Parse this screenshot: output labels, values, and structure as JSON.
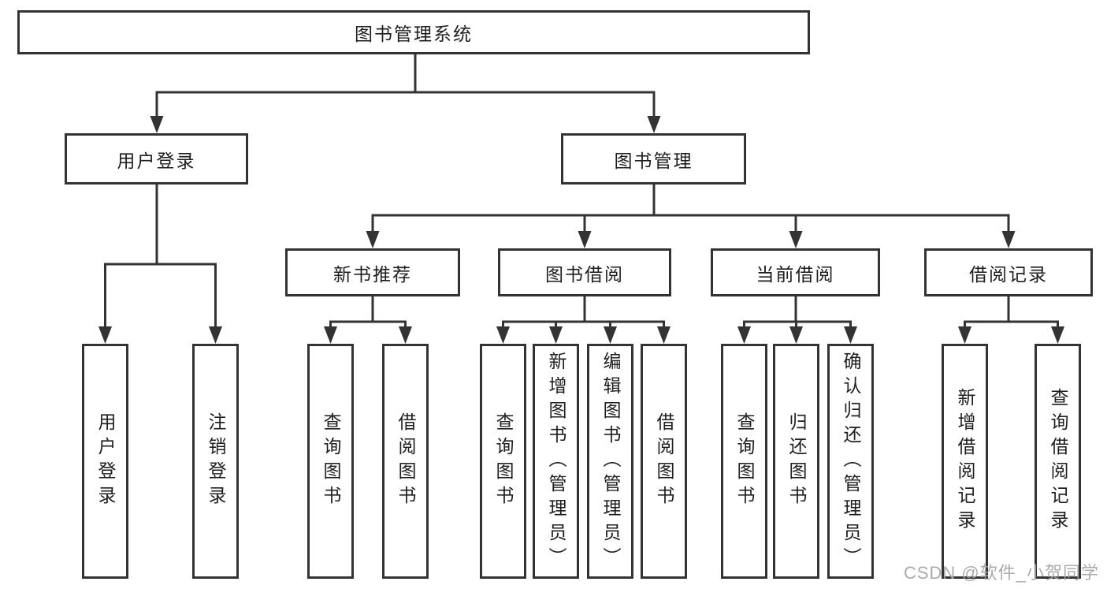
{
  "watermark": "CSDN @软件_小贺同学",
  "tree": {
    "root": {
      "label": "图书管理系统"
    },
    "user_login": {
      "label": "用户登录",
      "children": [
        {
          "label": "用户登录"
        },
        {
          "label": "注销登录"
        }
      ]
    },
    "book_mgmt": {
      "label": "图书管理",
      "children": [
        {
          "label": "新书推荐",
          "children": [
            {
              "label": "查询图书"
            },
            {
              "label": "借阅图书"
            }
          ]
        },
        {
          "label": "图书借阅",
          "children": [
            {
              "label": "查询图书"
            },
            {
              "label": "新增图书（管理员）"
            },
            {
              "label": "编辑图书（管理员）"
            },
            {
              "label": "借阅图书"
            }
          ]
        },
        {
          "label": "当前借阅",
          "children": [
            {
              "label": "查询图书"
            },
            {
              "label": "归还图书"
            },
            {
              "label": "确认归还（管理员）"
            }
          ]
        },
        {
          "label": "借阅记录",
          "children": [
            {
              "label": "新增借阅记录"
            },
            {
              "label": "查询借阅记录"
            }
          ]
        }
      ]
    }
  }
}
